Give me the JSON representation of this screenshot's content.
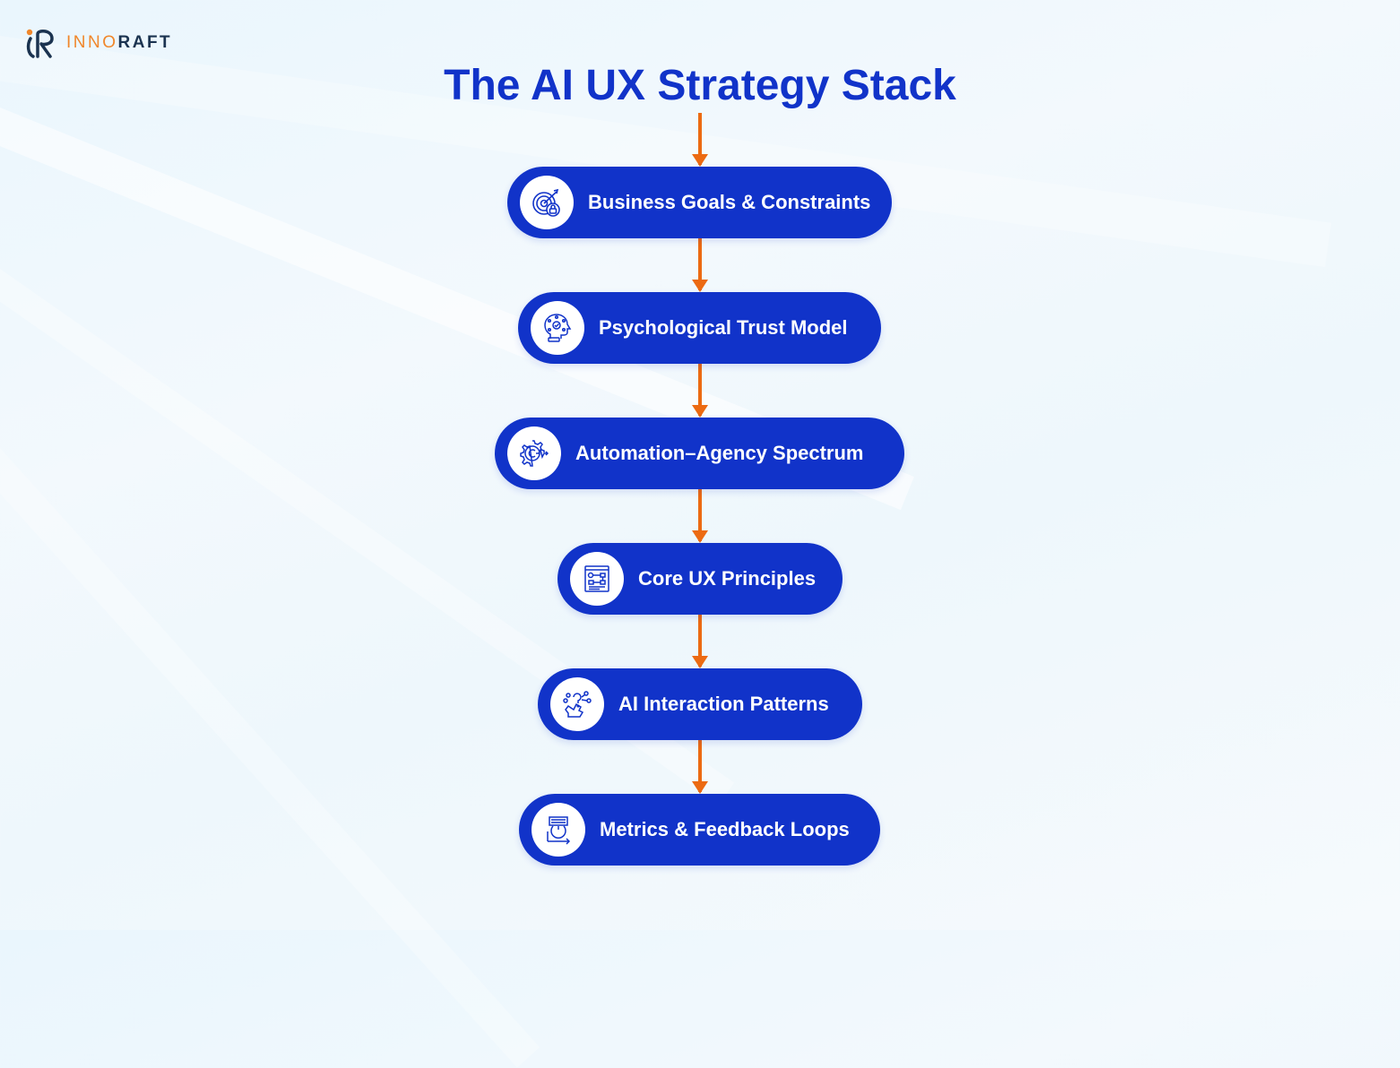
{
  "brand": {
    "logo_text_part1": "INNO",
    "logo_text_part2": "RAFT",
    "colors": {
      "orange": "#f0872b",
      "navy": "#1b3350"
    }
  },
  "title": "The AI UX Strategy Stack",
  "colors": {
    "primary_blue": "#1133c9",
    "arrow_orange": "#ec6a12",
    "background": "#eef7fc"
  },
  "stack": [
    {
      "label": "Business Goals & Constraints",
      "icon": "target-lock-icon"
    },
    {
      "label": "Psychological Trust Model",
      "icon": "head-network-check-icon"
    },
    {
      "label": "Automation–Agency Spectrum",
      "icon": "gear-pulse-icon"
    },
    {
      "label": "Core UX Principles",
      "icon": "wireframe-window-icon"
    },
    {
      "label": "AI Interaction Patterns",
      "icon": "hand-question-network-icon"
    },
    {
      "label": "Metrics & Feedback Loops",
      "icon": "dashboard-loop-arrow-icon"
    }
  ]
}
